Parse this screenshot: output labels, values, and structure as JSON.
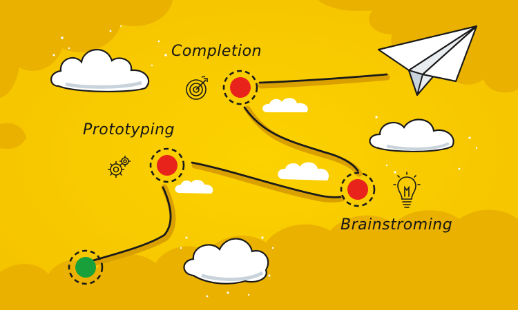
{
  "milestones": {
    "completion": {
      "label": "Completion",
      "icon": "target-icon",
      "status_color": "#e8231b"
    },
    "prototyping": {
      "label": "Prototyping",
      "icon": "gears-icon",
      "status_color": "#e8231b"
    },
    "brainstorming": {
      "label": "Brainstroming",
      "icon": "lightbulb-icon",
      "status_color": "#e8231b"
    },
    "start": {
      "icon": "start-dot",
      "status_color": "#18a13a"
    }
  },
  "colors": {
    "background": "#f9c900",
    "background_blob": "#eab100",
    "path_stroke": "#1a1a1a",
    "path_shadow": "#d9a000",
    "cloud": "#ffffff",
    "cloud_shadow": "#d6dde3"
  },
  "decorations": {
    "end_icon": "paper-plane-icon",
    "cloud_icon": "cloud-icon"
  }
}
